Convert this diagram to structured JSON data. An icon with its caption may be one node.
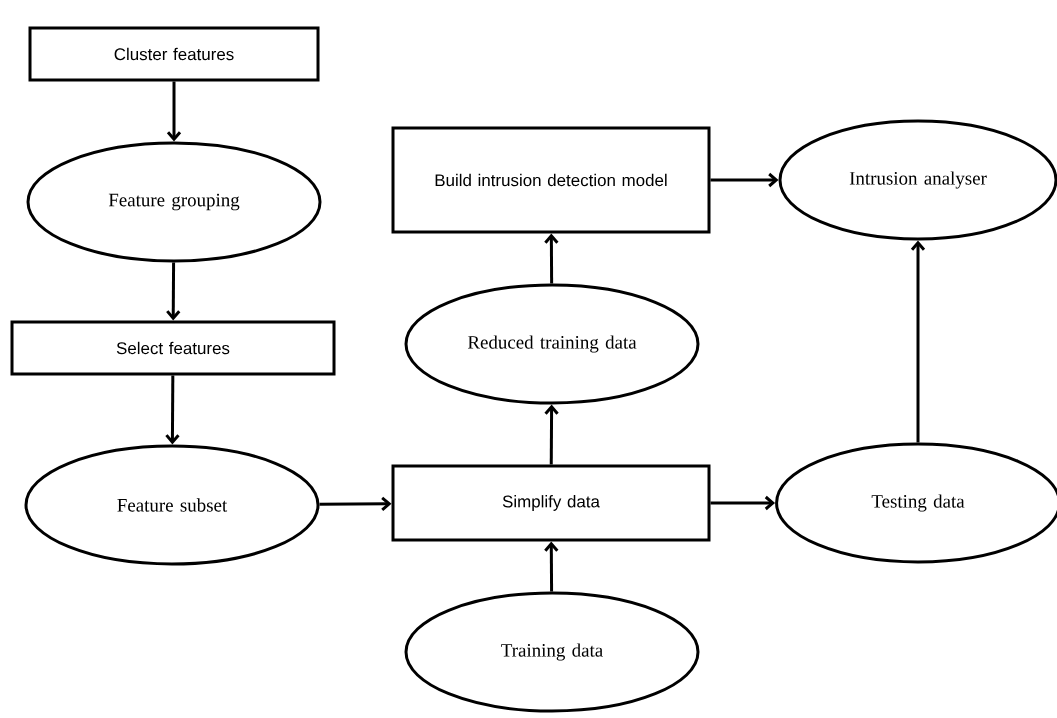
{
  "diagram": {
    "nodes": [
      {
        "text": [
          "Cluster features"
        ]
      },
      {
        "text": [
          "Feature grouping"
        ]
      },
      {
        "text": [
          "Select features"
        ]
      },
      {
        "text": [
          "Feature subset"
        ]
      },
      {
        "text": [
          "Build intrusion detection model"
        ]
      },
      {
        "text": [
          "Intrusion analyser"
        ]
      },
      {
        "text": [
          "Reduced training data"
        ]
      },
      {
        "text": [
          "Simplify data"
        ]
      },
      {
        "text": [
          "Testing data"
        ]
      },
      {
        "text": [
          "Training data"
        ]
      }
    ],
    "edges": [
      {
        "from": 0,
        "to": 1,
        "arrow": "to"
      },
      {
        "from": 1,
        "to": 2,
        "arrow": "to"
      },
      {
        "from": 2,
        "to": 3,
        "arrow": "to"
      },
      {
        "from": 3,
        "to": 7,
        "arrow": "to"
      },
      {
        "from": 7,
        "to": 6,
        "arrow": "to"
      },
      {
        "from": 6,
        "to": 4,
        "arrow": "to"
      },
      {
        "from": 4,
        "to": 5,
        "arrow": "to"
      },
      {
        "from": 7,
        "to": 8,
        "arrow": "to"
      },
      {
        "from": 8,
        "to": 5,
        "arrow": "to"
      },
      {
        "from": 9,
        "to": 7,
        "arrow": "to"
      }
    ]
  }
}
